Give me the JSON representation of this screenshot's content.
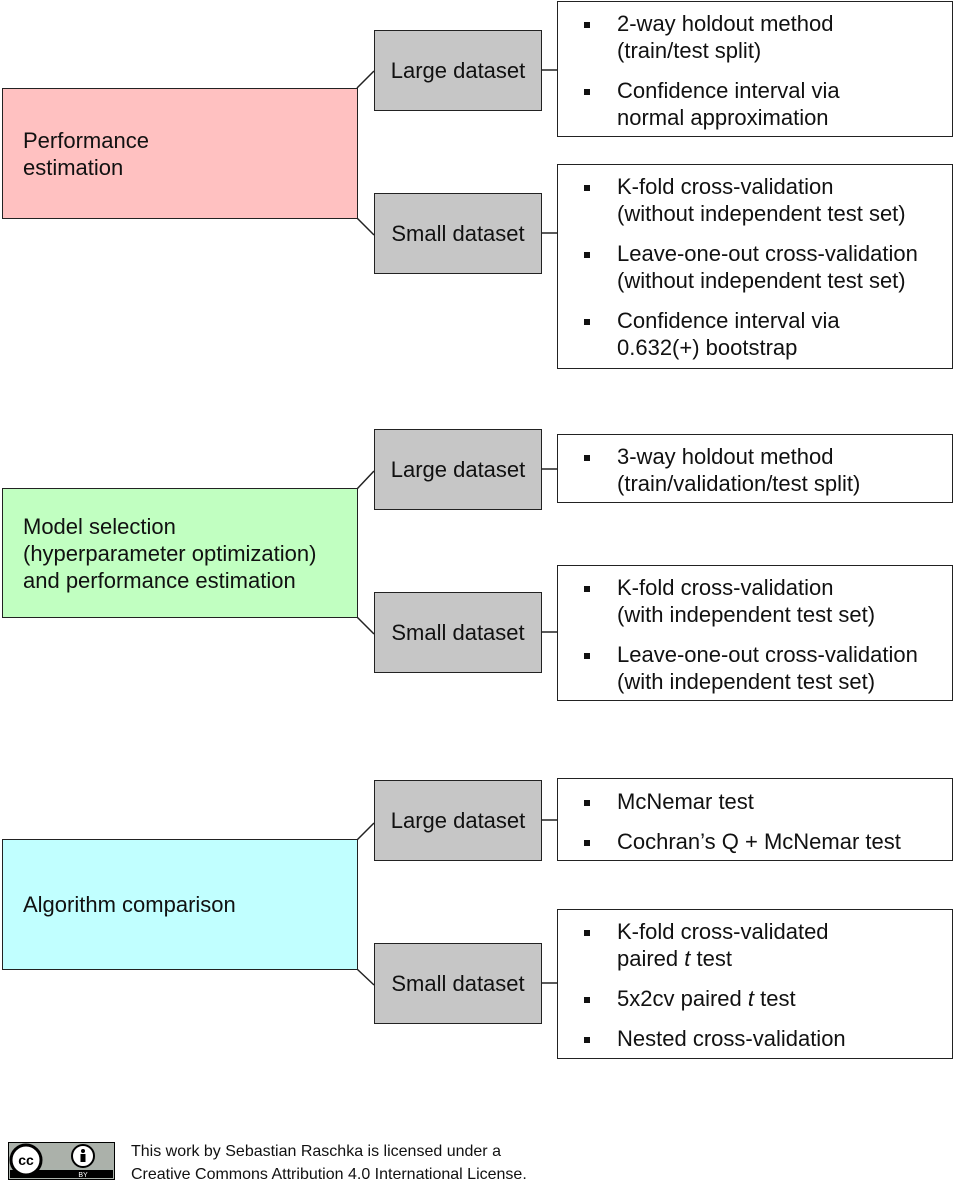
{
  "groups": [
    {
      "category": "Performance\nestimation",
      "color": "#ffc1c1",
      "large_label": "Large dataset",
      "small_label": "Small dataset",
      "large_items": [
        "2-way holdout method\n(train/test split)",
        "Confidence interval via\nnormal approximation"
      ],
      "small_items": [
        "K-fold cross-validation\n(without independent test set)",
        "Leave-one-out cross-validation\n(without independent test set)",
        "Confidence interval via\n0.632(+) bootstrap"
      ]
    },
    {
      "category": "Model selection\n(hyperparameter optimization)\nand performance estimation",
      "color": "#c1ffc1",
      "large_label": "Large dataset",
      "small_label": "Small dataset",
      "large_items": [
        "3-way holdout method\n(train/validation/test split)"
      ],
      "small_items": [
        "K-fold cross-validation\n(with independent test set)",
        "Leave-one-out cross-validation\n(with independent test set)"
      ]
    },
    {
      "category": "Algorithm comparison",
      "color": "#c1ffff",
      "large_label": "Large dataset",
      "small_label": "Small dataset",
      "large_items": [
        "McNemar test",
        "Cochran’s Q + McNemar test"
      ],
      "small_items": [
        "K-fold cross-validated\npaired t test",
        "5x2cv paired t test",
        "Nested cross-validation"
      ]
    }
  ],
  "footer": {
    "text": "This work by Sebastian Raschka is licensed under a\nCreative Commons Attribution 4.0 International License.",
    "logo_cc": "cc",
    "logo_by": "BY"
  }
}
